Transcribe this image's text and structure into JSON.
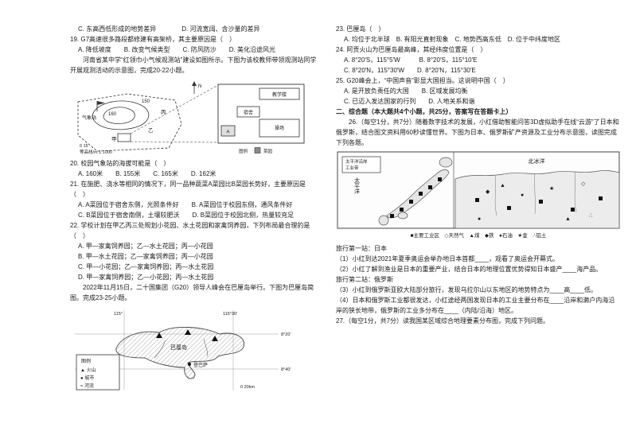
{
  "left": {
    "q18_cd": "C. 东高西低形成的地势差异　　　　D. 河流宽阔、含沙量的差异",
    "q19": "19. G7高速很多路段都修建有高架桥，其主要原因是（　）",
    "q19_opts": "A. 降低坡度　　B. 改变气候类型　　C. 防风防沙　　D. 美化沿途风光",
    "passage1": "河南省某中学“红领巾小气候观测站”建设如图所示。下图为该校教师带领观测站同学开展观测活动的示意图，完成20-22小题。",
    "q20": "20. 校园气象站的海拔可能是（　）",
    "q20_opts": "A. 160米　　B. 155米　　C. 165米　　D. 162米",
    "q21": "21. 在施肥、浇水等相同的情况下，同一品种蔬菜A菜园比B菜园长势好，主要原因是（　）",
    "q21_ab": "A. A菜园位于宿舍东侧，光照条件好　　B. A菜园位于校园东侧，通风条件好",
    "q21_cd": "C. B菜园位于宿舍南侧，土壤较肥沃　　D. B菜园位于校园北侧，热量较充足",
    "q22": "22. 学校计划在甲乙丙三处规划小花园、水土花园和家禽饲养园，下列布局最合理的是（　）",
    "q22_a": "A. 甲—家禽饲养园；乙—水土花园；丙—小花园",
    "q22_b": "B. 甲—水土花园；乙—家禽饲养园；丙—小花园",
    "q22_c": "C. 甲—小花园；乙—家禽饲养园；丙—水土花园",
    "q22_d": "D. 甲—家禽饲养园；乙—小花园；丙—水土花园",
    "passage2": "2022年11月15日，二十国集团（G20）领导人峰会在巴厘岛举行。下图为巴厘岛简图。完成23-25小题。"
  },
  "right": {
    "q23": "23. 巴厘岛（　）",
    "q23_opts": "A. 均位于北半球　B. 有阳光直射现象　C. 地势西高东低　D. 位于中纬度地区",
    "q24": "24. 阿贡火山为巴厘岛最高峰，其经纬度位置是（　）",
    "q24_ab": "A. 8°20′S，115°5′W　　　B. 8°20′S，115°10′E",
    "q24_cd": "C. 8°20′N，115°30′W　　D. 8°20′N，115°30′E",
    "q25": "25. G20峰会上，“中国声音”彰显大国担当。这说明中国（　）",
    "q25_ab": "A. 是开放负责任的大国　　B. 区域发展均衡",
    "q25_cd": "C. 已迈入发达国家的行列　　D. 人地关系和谐",
    "section2": "二、综合题（本大题共4个小题，共25分，答案写在答题卡上）",
    "q26_intro": "26.（每空1分，共7分）随着数字技术的发展，小红借助智能问答3D虚拟助手在线“云游”了日本和俄罗斯，结合图文资料用60秒读懂世界。下图为日本、俄罗斯矿产资源及工业分布示意图，读图完成下列各题。",
    "trip1": "旅行第一站：日本",
    "q26_1": "（1）小红到达2021年夏季奥运会举办地日本首都____，观看了奥运会开幕式。",
    "q26_2": "（2）小红了解到渔业是日本的重要产业，结合日本的地理位置优势得知日本盛产____海产品。",
    "trip2": "旅行第二站：俄罗斯",
    "q26_3": "（3）小红到俄罗斯亚欧大陆部分旅行，发现乌拉尔山以东地区的地势特点为____高____低。",
    "q26_4": "（4）日本和俄罗斯工业都很发达，小红途经两国发现日本的工业主要分布在____沿岸和濑户内海沿岸的狭长地带，俄罗斯的工业多分布在____（内陆/沿海）地区。",
    "q27": "27.（每空1分，共7分）读我国某区域综合地理要素分布图，完成下列问题。"
  },
  "fig1": {
    "north": "N",
    "contour_inner": "160",
    "contour_outer": "150",
    "station": "气象站",
    "point_jia": "甲",
    "point_yi": "乙",
    "point_bing": "丙",
    "scale": "0   15",
    "scale_note": "等高线/m 1:1000",
    "building_teach": "教学楼",
    "building_dorm": "宿舍",
    "building_playground": "操场",
    "plot_a": "A",
    "legend_title": "图例",
    "legend_garden": "菜园"
  },
  "fig2": {
    "lon1": "115°",
    "lon2": "115°30′",
    "lat1": "8°20′",
    "lat2": "8°40′",
    "island": "巴厘岛",
    "city": "登巴萨",
    "legend_title": "图例",
    "legend_volcano": "▲ 火山",
    "legend_city": "● 城市",
    "legend_river": "≈ 河流",
    "scale": "0  20km"
  },
  "fig3": {
    "arctic": "北冰洋",
    "pacific": "太平洋",
    "inset1": "太平洋沿岸",
    "inset2": "工业带",
    "legend": "■主要工业区　◇天然气　▲煤　◆铁　●石油　★金　∴铝土"
  }
}
